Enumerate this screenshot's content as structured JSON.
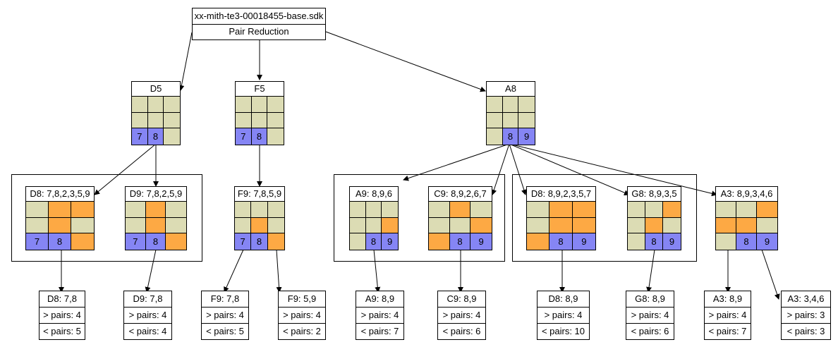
{
  "root": {
    "file": "xx-mith-te3-00018455-base.sdk",
    "technique": "Pair Reduction"
  },
  "level1": [
    {
      "id": "d5",
      "label": "D5",
      "cells": [
        "",
        "",
        "",
        "",
        "",
        "",
        "7",
        "8",
        ""
      ],
      "colors": [
        "t",
        "t",
        "t",
        "t",
        "t",
        "t",
        "b",
        "b",
        "t"
      ]
    },
    {
      "id": "f5",
      "label": "F5",
      "cells": [
        "",
        "",
        "",
        "",
        "",
        "",
        "7",
        "8",
        ""
      ],
      "colors": [
        "t",
        "t",
        "t",
        "t",
        "t",
        "t",
        "b",
        "b",
        "t"
      ]
    },
    {
      "id": "a8",
      "label": "A8",
      "cells": [
        "",
        "",
        "",
        "",
        "",
        "",
        "",
        "8",
        "9"
      ],
      "colors": [
        "t",
        "t",
        "t",
        "t",
        "t",
        "t",
        "t",
        "b",
        "b"
      ]
    }
  ],
  "level2": [
    {
      "id": "d8-78",
      "label": "D8: 7,8,2,3,5,9",
      "cells": [
        "",
        "",
        "",
        "",
        "",
        "",
        "7",
        "8",
        ""
      ],
      "colors": [
        "t",
        "o",
        "o",
        "t",
        "o",
        "t",
        "b",
        "b",
        "o"
      ]
    },
    {
      "id": "d9-78",
      "label": "D9: 7,8,2,5,9",
      "cells": [
        "",
        "",
        "",
        "",
        "",
        "",
        "7",
        "8",
        ""
      ],
      "colors": [
        "t",
        "o",
        "t",
        "t",
        "o",
        "t",
        "b",
        "b",
        "o"
      ]
    },
    {
      "id": "f9-78",
      "label": "F9: 7,8,5,9",
      "cells": [
        "",
        "",
        "",
        "",
        "",
        "",
        "7",
        "8",
        ""
      ],
      "colors": [
        "t",
        "t",
        "t",
        "t",
        "o",
        "t",
        "b",
        "b",
        "o"
      ]
    },
    {
      "id": "a9-89",
      "label": "A9: 8,9,6",
      "cells": [
        "",
        "",
        "",
        "",
        "",
        "",
        "",
        "8",
        "9"
      ],
      "colors": [
        "t",
        "t",
        "t",
        "t",
        "t",
        "o",
        "t",
        "b",
        "b"
      ]
    },
    {
      "id": "c9-89",
      "label": "C9: 8,9,2,6,7",
      "cells": [
        "",
        "",
        "",
        "",
        "",
        "",
        "",
        "8",
        "9"
      ],
      "colors": [
        "t",
        "o",
        "t",
        "t",
        "t",
        "o",
        "o",
        "b",
        "b"
      ]
    },
    {
      "id": "d8-89",
      "label": "D8: 8,9,2,3,5,7",
      "cells": [
        "",
        "",
        "",
        "",
        "",
        "",
        "",
        "8",
        "9"
      ],
      "colors": [
        "t",
        "o",
        "o",
        "t",
        "o",
        "o",
        "o",
        "b",
        "b"
      ]
    },
    {
      "id": "g8-89",
      "label": "G8: 8,9,3,5",
      "cells": [
        "",
        "",
        "",
        "",
        "",
        "",
        "",
        "8",
        "9"
      ],
      "colors": [
        "t",
        "t",
        "o",
        "t",
        "o",
        "t",
        "t",
        "b",
        "b"
      ]
    },
    {
      "id": "a3-89",
      "label": "A3: 8,9,3,4,6",
      "cells": [
        "",
        "",
        "",
        "",
        "",
        "",
        "",
        "8",
        "9"
      ],
      "colors": [
        "t",
        "t",
        "o",
        "o",
        "o",
        "t",
        "t",
        "b",
        "b"
      ]
    }
  ],
  "leaves": [
    {
      "id": "leaf-d8-78",
      "head": "D8: 7,8",
      "more": "> pairs: 4",
      "less": "< pairs: 5"
    },
    {
      "id": "leaf-d9-78",
      "head": "D9: 7,8",
      "more": "> pairs: 4",
      "less": "< pairs: 4"
    },
    {
      "id": "leaf-f9-78",
      "head": "F9: 7,8",
      "more": "> pairs: 4",
      "less": "< pairs: 5"
    },
    {
      "id": "leaf-f9-59",
      "head": "F9: 5,9",
      "more": "> pairs: 4",
      "less": "< pairs: 2"
    },
    {
      "id": "leaf-a9-89",
      "head": "A9: 8,9",
      "more": "> pairs: 4",
      "less": "< pairs: 7"
    },
    {
      "id": "leaf-c9-89",
      "head": "C9: 8,9",
      "more": "> pairs: 4",
      "less": "< pairs: 6"
    },
    {
      "id": "leaf-d8-89",
      "head": "D8: 8,9",
      "more": "> pairs: 4",
      "less": "< pairs: 10"
    },
    {
      "id": "leaf-g8-89",
      "head": "G8: 8,9",
      "more": "> pairs: 4",
      "less": "< pairs: 6"
    },
    {
      "id": "leaf-a3-89",
      "head": "A3: 8,9",
      "more": "> pairs: 4",
      "less": "< pairs: 7"
    },
    {
      "id": "leaf-a3-346",
      "head": "A3: 3,4,6",
      "more": "> pairs: 3",
      "less": "< pairs: 3"
    }
  ],
  "colors": {
    "tan": "#dcdcb4",
    "orange": "#fda944",
    "blue": "#8585f4",
    "line": "#000000"
  }
}
